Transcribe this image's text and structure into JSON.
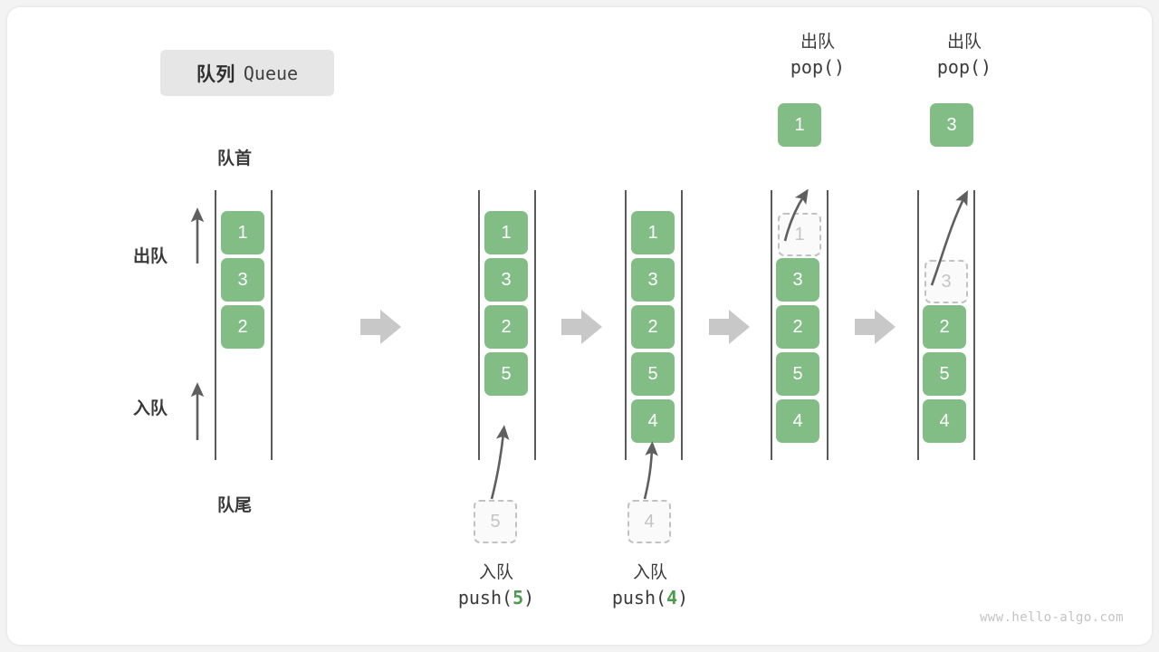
{
  "title": {
    "cn": "队列",
    "en": "Queue"
  },
  "labels": {
    "head": "队首",
    "tail": "队尾",
    "dequeue": "出队",
    "enqueue": "入队"
  },
  "watermark": "www.hello-algo.com",
  "colors": {
    "cell_fill": "#82bd85",
    "cell_text": "#ffffff",
    "ghost_border": "#c2c2c2",
    "ghost_text": "#c4c4c4",
    "rail": "#5a5a5a",
    "arrow_grey": "#c8c8c8",
    "arrow_dark": "#5f5f5f",
    "accent_green": "#4e9a51",
    "badge_bg": "#e6e6e6",
    "page_bg": "#f3f3f3",
    "card_bg": "#ffffff"
  },
  "stages": [
    {
      "name": "initial",
      "items": [
        "1",
        "3",
        "2"
      ],
      "ghost": null,
      "caption_top": null,
      "caption_bottom": null,
      "popped": null
    },
    {
      "name": "after-push-5",
      "items": [
        "1",
        "3",
        "2",
        "5"
      ],
      "ghost": {
        "value": "5",
        "position": "below"
      },
      "caption_bottom": {
        "cn": "入队",
        "code_prefix": "push(",
        "code_value": "5",
        "code_suffix": ")"
      },
      "caption_top": null,
      "popped": null
    },
    {
      "name": "after-push-4",
      "items": [
        "1",
        "3",
        "2",
        "5",
        "4"
      ],
      "ghost": {
        "value": "4",
        "position": "below"
      },
      "caption_bottom": {
        "cn": "入队",
        "code_prefix": "push(",
        "code_value": "4",
        "code_suffix": ")"
      },
      "caption_top": null,
      "popped": null
    },
    {
      "name": "after-pop-1",
      "items": [
        "3",
        "2",
        "5",
        "4"
      ],
      "ghost": {
        "value": "1",
        "position": "slot0"
      },
      "caption_top": {
        "cn": "出队",
        "code": "pop()"
      },
      "caption_bottom": null,
      "popped": "1"
    },
    {
      "name": "after-pop-3",
      "items": [
        "2",
        "5",
        "4"
      ],
      "ghost": {
        "value": "3",
        "position": "slot1"
      },
      "caption_top": {
        "cn": "出队",
        "code": "pop()"
      },
      "caption_bottom": null,
      "popped": "3"
    }
  ],
  "transition_arrows": 4
}
